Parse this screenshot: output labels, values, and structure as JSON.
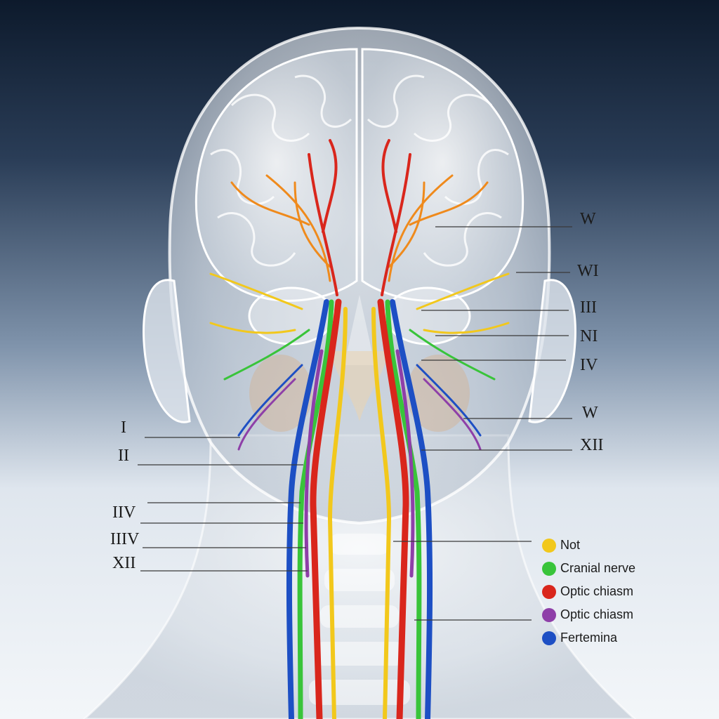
{
  "labels_right": [
    "W",
    "WI",
    "III",
    "NI",
    "IV",
    "W",
    "XII"
  ],
  "labels_left": [
    "I",
    "II",
    "IIV",
    "IIIV",
    "XII"
  ],
  "legend": [
    {
      "label": "Not",
      "color": "#f2c81c"
    },
    {
      "label": "Cranial nerve",
      "color": "#39c43a"
    },
    {
      "label": "Optic chiasm",
      "color": "#d9261c"
    },
    {
      "label": "Optic chiasm",
      "color": "#8e3fa8"
    },
    {
      "label": "Fertemina",
      "color": "#1d4fc4"
    }
  ],
  "colors": {
    "yellow": "#f2c81c",
    "green": "#39c43a",
    "red": "#d9261c",
    "purple": "#8e3fa8",
    "blue": "#1d4fc4",
    "orange": "#ef8a1c"
  }
}
